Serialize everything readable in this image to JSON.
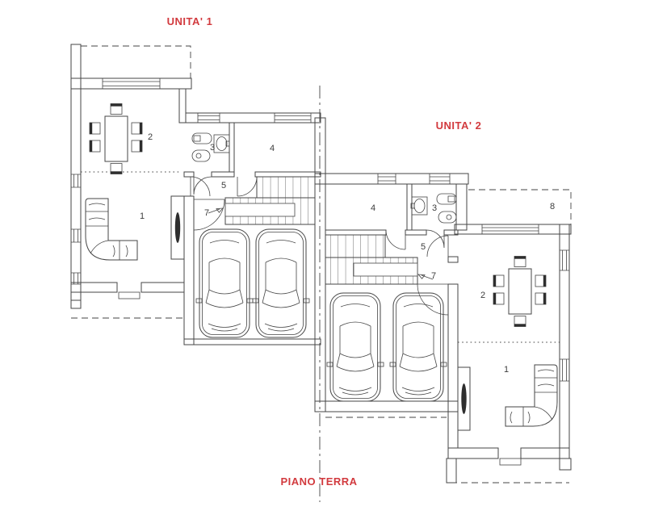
{
  "page": {
    "background": "#ffffff"
  },
  "colors": {
    "line": "#454545",
    "accent_red": "#d23a3e",
    "furniture_dark": "#2e2e2e"
  },
  "plan": {
    "floor_label": "PIANO TERRA",
    "units": [
      {
        "id": "unit-1",
        "name": "UNITA' 1",
        "rooms": [
          {
            "number": "1"
          },
          {
            "number": "2"
          },
          {
            "number": "3"
          },
          {
            "number": "4"
          },
          {
            "number": "5"
          },
          {
            "number": "7"
          }
        ]
      },
      {
        "id": "unit-2",
        "name": "UNITA' 2",
        "rooms": [
          {
            "number": "1"
          },
          {
            "number": "2"
          },
          {
            "number": "3"
          },
          {
            "number": "4"
          },
          {
            "number": "5"
          },
          {
            "number": "7"
          },
          {
            "number": "8"
          }
        ]
      }
    ]
  }
}
